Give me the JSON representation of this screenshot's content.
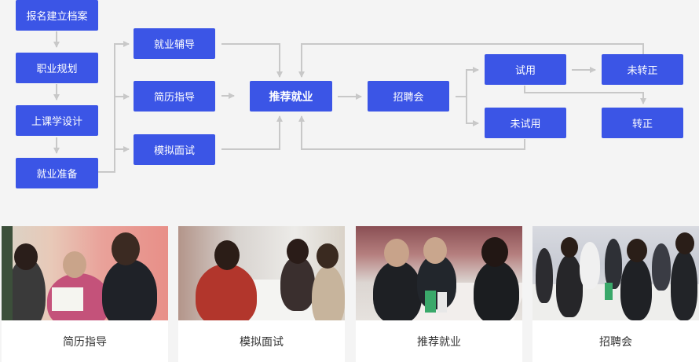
{
  "nodes": {
    "baoming": "报名建立档案",
    "zhiye": "职业规划",
    "shangke": "上课学设计",
    "jiuye_zhunbei": "就业准备",
    "fudao": "就业辅导",
    "jianli": "简历指导",
    "mianshi": "模拟面试",
    "tuijian": "推荐就业",
    "zhaopin": "招聘会",
    "shiyong": "试用",
    "weishiyong": "未试用",
    "weizhuanzheng": "未转正",
    "zhuanzheng": "转正"
  },
  "cards": [
    {
      "caption": "简历指导"
    },
    {
      "caption": "模拟面试"
    },
    {
      "caption": "推荐就业"
    },
    {
      "caption": "招聘会"
    }
  ],
  "colors": {
    "node": "#3b55e6",
    "arrow": "#c8c8c8",
    "background": "#f4f4f4"
  }
}
